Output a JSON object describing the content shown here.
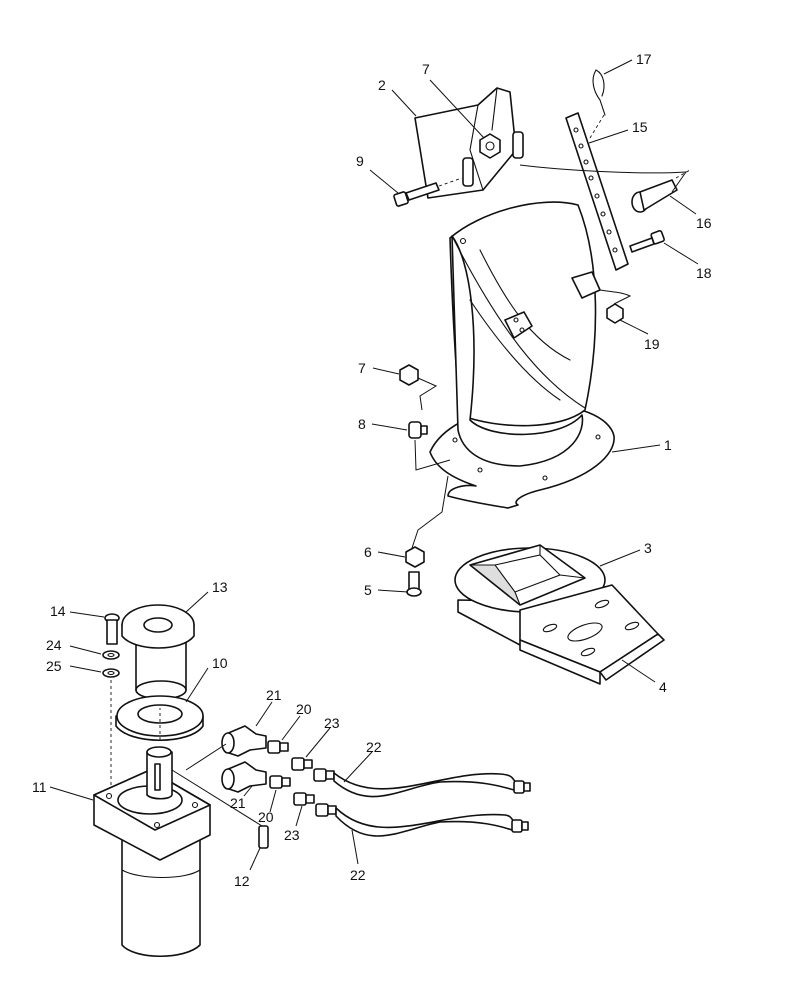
{
  "callouts": [
    {
      "id": "c1",
      "text": "1"
    },
    {
      "id": "c2",
      "text": "2"
    },
    {
      "id": "c3",
      "text": "3"
    },
    {
      "id": "c4",
      "text": "4"
    },
    {
      "id": "c5",
      "text": "5"
    },
    {
      "id": "c6",
      "text": "6"
    },
    {
      "id": "c7a",
      "text": "7"
    },
    {
      "id": "c7b",
      "text": "7"
    },
    {
      "id": "c8",
      "text": "8"
    },
    {
      "id": "c9",
      "text": "9"
    },
    {
      "id": "c10",
      "text": "10"
    },
    {
      "id": "c11",
      "text": "11"
    },
    {
      "id": "c12",
      "text": "12"
    },
    {
      "id": "c13",
      "text": "13"
    },
    {
      "id": "c14",
      "text": "14"
    },
    {
      "id": "c15",
      "text": "15"
    },
    {
      "id": "c16",
      "text": "16"
    },
    {
      "id": "c17",
      "text": "17"
    },
    {
      "id": "c18",
      "text": "18"
    },
    {
      "id": "c19",
      "text": "19"
    },
    {
      "id": "c20a",
      "text": "20"
    },
    {
      "id": "c20b",
      "text": "20"
    },
    {
      "id": "c21a",
      "text": "21"
    },
    {
      "id": "c21b",
      "text": "21"
    },
    {
      "id": "c22a",
      "text": "22"
    },
    {
      "id": "c22b",
      "text": "22"
    },
    {
      "id": "c23a",
      "text": "23"
    },
    {
      "id": "c23b",
      "text": "23"
    },
    {
      "id": "c24",
      "text": "24"
    },
    {
      "id": "c25",
      "text": "25"
    }
  ]
}
